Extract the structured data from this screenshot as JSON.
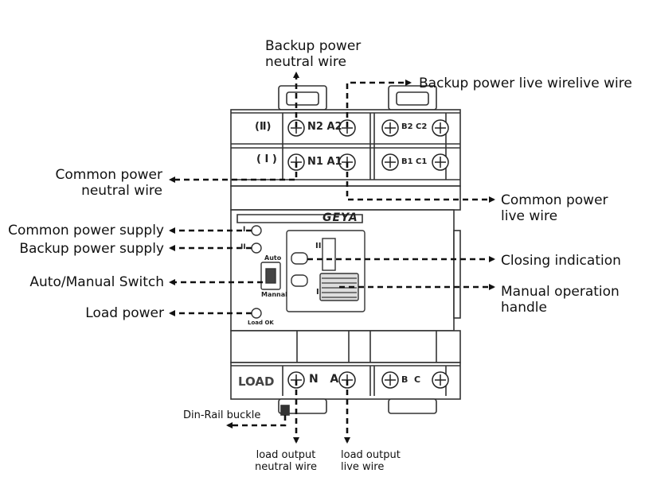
{
  "labels": {
    "backup_neutral": [
      "Backup power",
      "neutral wire"
    ],
    "backup_live": "Backup power live wirelive wire",
    "common_neutral": [
      "Common power",
      "neutral wire"
    ],
    "common_live": [
      "Common power",
      "live wire"
    ],
    "common_supply": "Common power supply",
    "backup_supply": "Backup power supply",
    "auto_manual": "Auto/Manual Switch",
    "load_power": "Load power",
    "closing_indication": "Closing indication",
    "manual_handle": [
      "Manual operation",
      "handle"
    ],
    "din_rail": "Din-Rail buckle",
    "load_neutral": [
      "load output",
      "neutral wire"
    ],
    "load_live": [
      "load output",
      "live wire"
    ]
  },
  "device": {
    "row2_label": "(Ⅱ)",
    "row1_label": "( I )",
    "row2_left_terms": "N2 A2",
    "row2_right_terms": "B2 C2",
    "row1_left_terms": "N1 A1",
    "row1_right_terms": "B1 C1",
    "brand": "GEYA",
    "ind_1": "I",
    "ind_2": "II",
    "auto": "Auto",
    "manual": "Mannal",
    "load_ok": "Load OK",
    "handle_top": "II",
    "handle_bottom": "I",
    "load_label": "LOAD",
    "load_left_terms": "N   A",
    "load_right_terms": "B  C"
  }
}
